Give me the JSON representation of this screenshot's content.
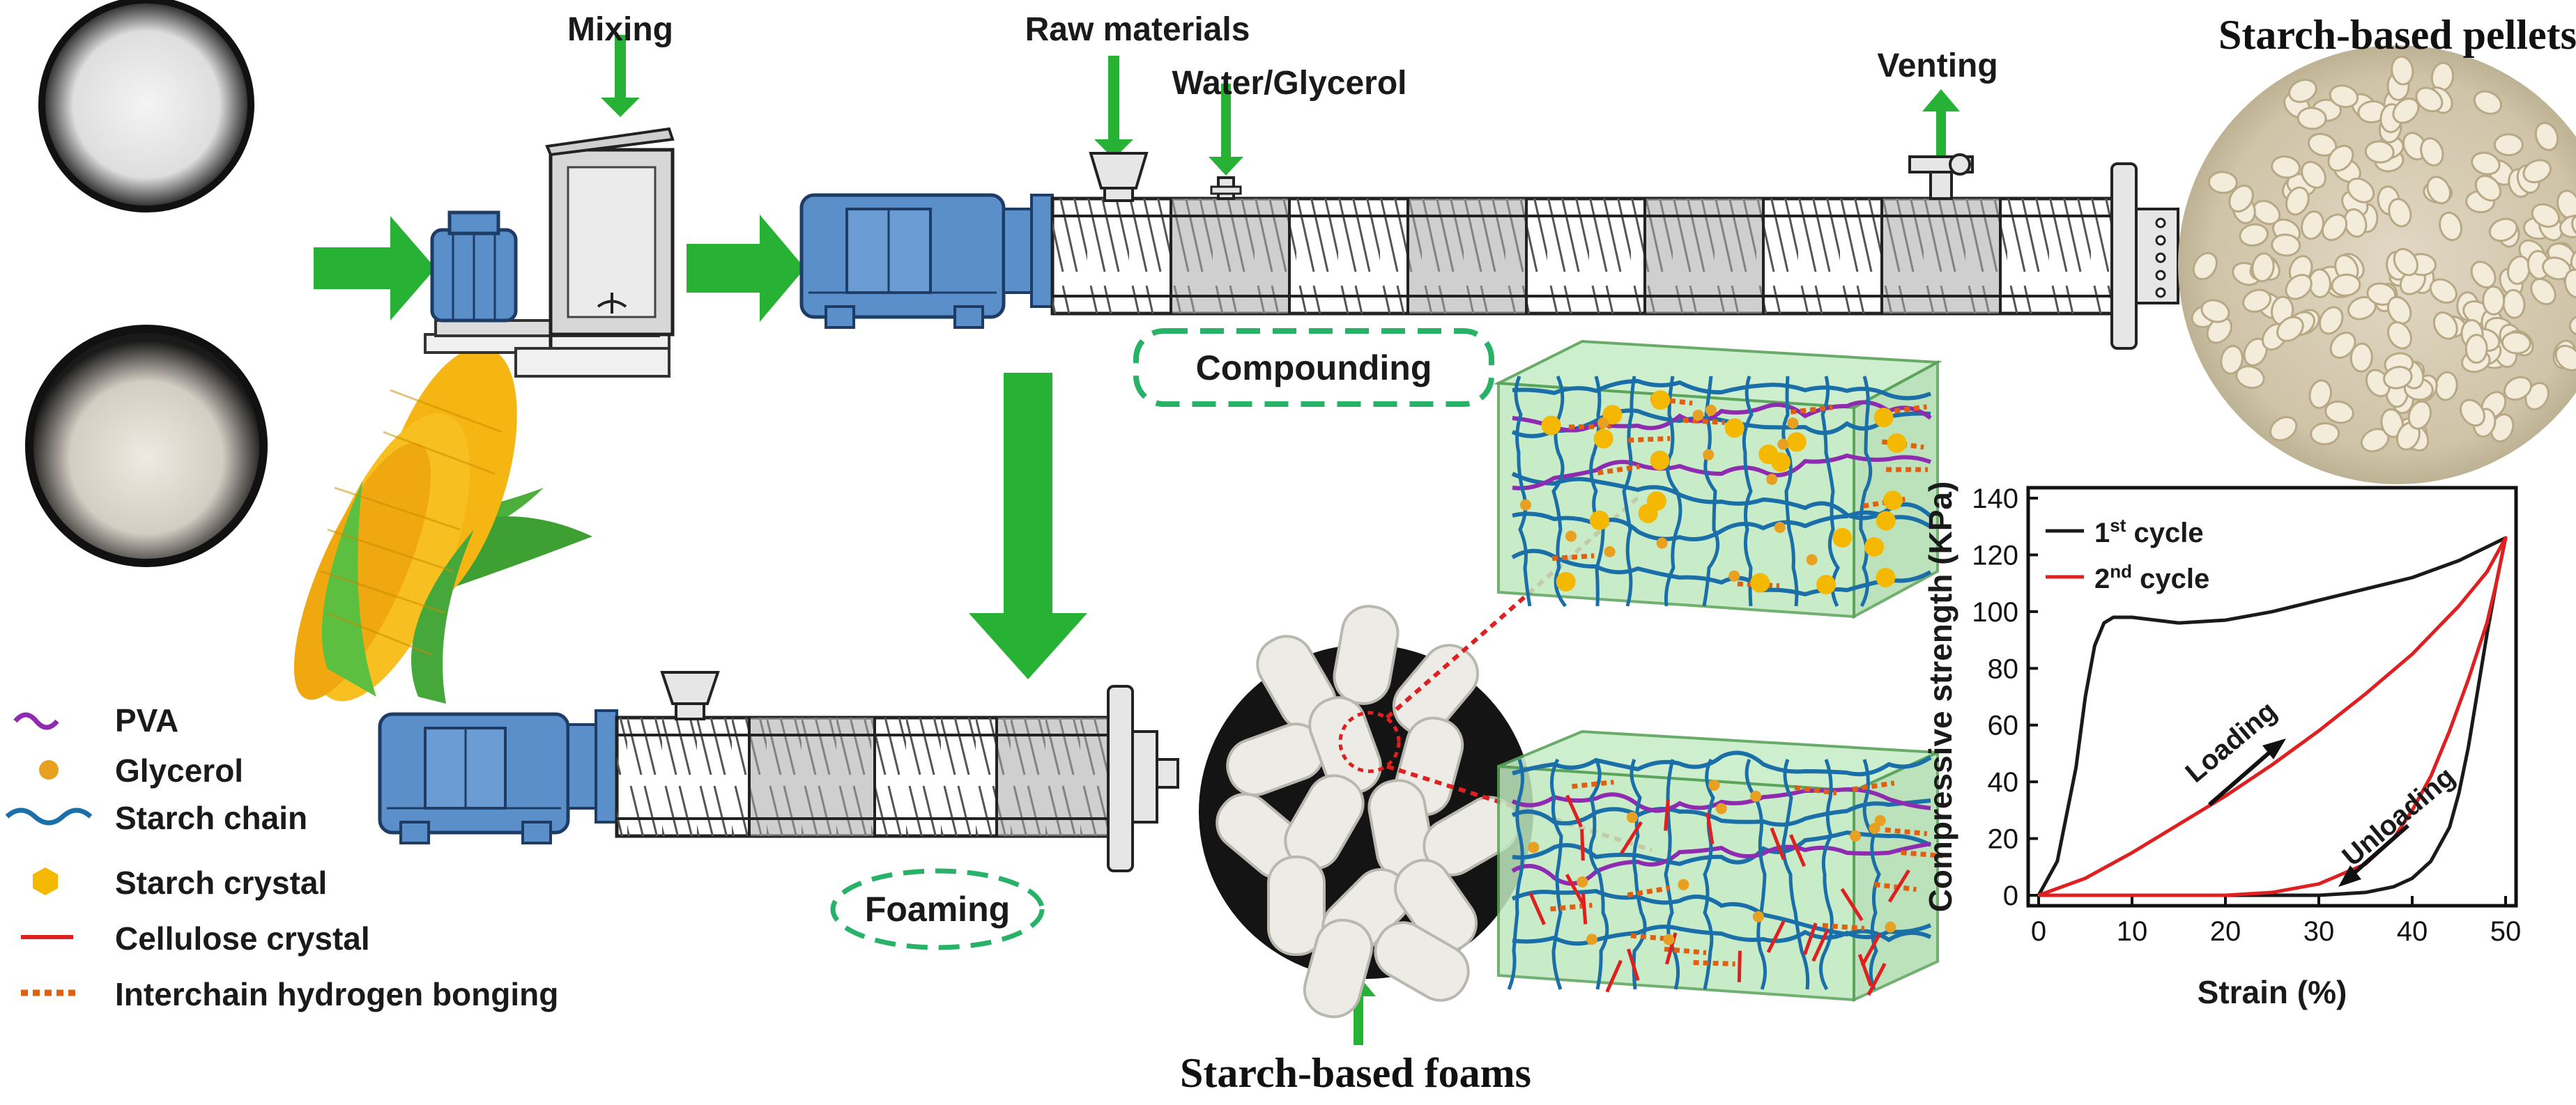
{
  "labels": {
    "mixing": "Mixing",
    "raw_materials": "Raw materials",
    "water_glycerol": "Water/Glycerol",
    "venting": "Venting",
    "compounding": "Compounding",
    "foaming": "Foaming",
    "pellets": "Starch-based pellets",
    "foams": "Starch-based foams"
  },
  "legend": [
    {
      "label": "PVA",
      "color": "#8e2bb0",
      "marker": "wave"
    },
    {
      "label": "Glycerol",
      "color": "#e8a020",
      "marker": "dot"
    },
    {
      "label": "Starch chain",
      "color": "#1a6fa8",
      "marker": "wave"
    },
    {
      "label": "Starch crystal",
      "color": "#f5b800",
      "marker": "hexagon"
    },
    {
      "label": "Cellulose crystal",
      "color": "#e02020",
      "marker": "line"
    },
    {
      "label": "Interchain hydrogen bonging",
      "color": "#e06010",
      "marker": "dotted"
    }
  ],
  "colors": {
    "arrow_green": "#27b236",
    "motor_blue": "#5b8fc9",
    "network_box": "#bfe8bf",
    "dash_green": "#27b267"
  },
  "chart_data": {
    "type": "line",
    "xlabel": "Strain (%)",
    "ylabel": "Compressive strength (KPa)",
    "xlim": [
      0,
      50
    ],
    "ylim": [
      0,
      140
    ],
    "xticks": [
      0,
      10,
      20,
      30,
      40,
      50
    ],
    "yticks": [
      0,
      20,
      40,
      60,
      80,
      100,
      120,
      140
    ],
    "grid": false,
    "legend_position": "top-left",
    "series": [
      {
        "name": "1st cycle",
        "name_base": "1",
        "name_sup": "st",
        "name_rest": " cycle",
        "color": "#1a1a1a",
        "x": [
          0,
          2,
          4,
          5,
          6,
          7,
          8,
          10,
          15,
          20,
          25,
          30,
          35,
          40,
          45,
          50,
          49,
          48,
          47,
          46,
          45,
          44,
          42,
          40,
          38,
          35,
          30,
          25,
          20,
          15,
          10,
          5,
          0
        ],
        "y": [
          0,
          12,
          45,
          70,
          88,
          96,
          98,
          98,
          96,
          97,
          100,
          104,
          108,
          112,
          118,
          126,
          110,
          92,
          72,
          52,
          36,
          24,
          12,
          6,
          3,
          1,
          0,
          0,
          0,
          0,
          0,
          0,
          0
        ]
      },
      {
        "name": "2nd cycle",
        "name_base": "2",
        "name_sup": "nd",
        "name_rest": " cycle",
        "color": "#e02020",
        "x": [
          0,
          5,
          10,
          15,
          20,
          25,
          30,
          35,
          40,
          45,
          48,
          50,
          49,
          48,
          46,
          44,
          42,
          40,
          38,
          35,
          30,
          25,
          20,
          15,
          10,
          5,
          0
        ],
        "y": [
          0,
          6,
          15,
          25,
          35,
          46,
          58,
          71,
          85,
          102,
          114,
          126,
          110,
          96,
          76,
          58,
          42,
          30,
          20,
          11,
          4,
          1,
          0,
          0,
          0,
          0,
          0
        ]
      }
    ],
    "annotations": [
      "Loading",
      "Unloading"
    ]
  }
}
